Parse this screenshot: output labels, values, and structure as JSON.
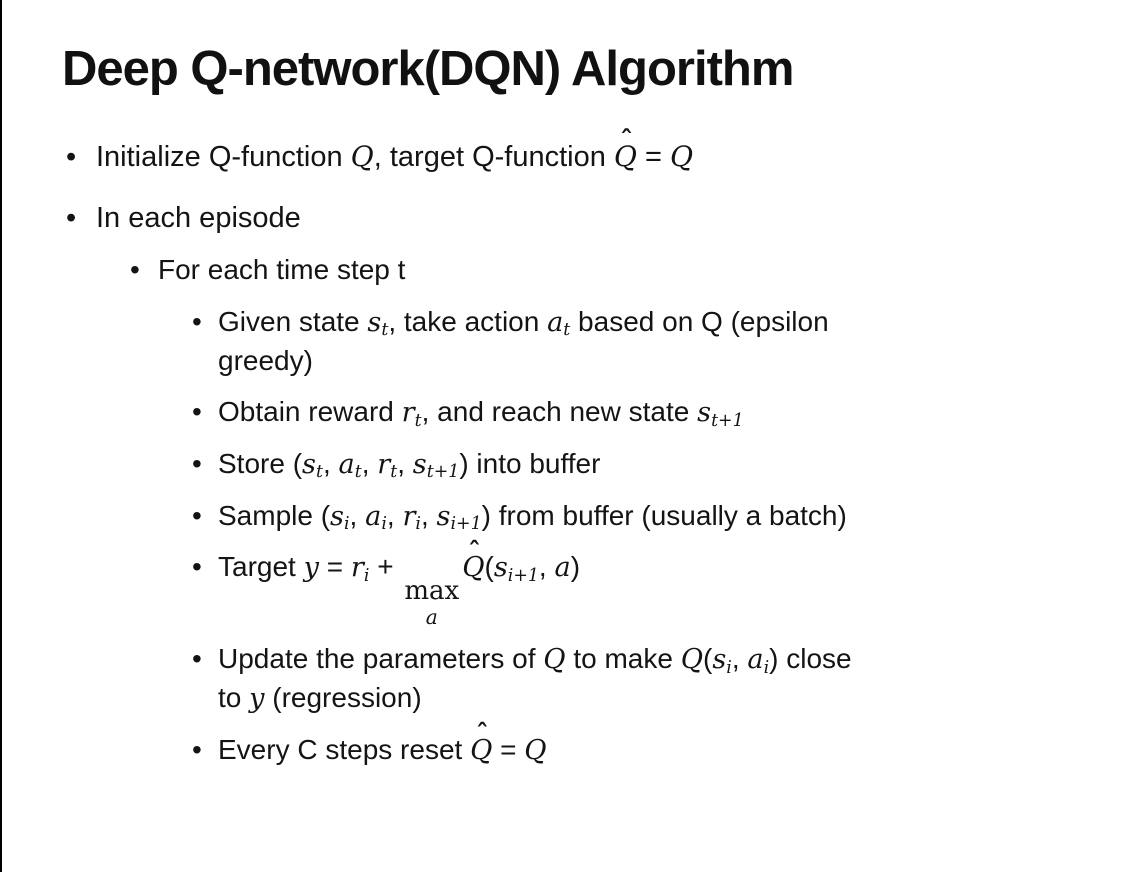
{
  "slide": {
    "title": "Deep Q-network(DQN) Algorithm",
    "bullet_char": "•",
    "math_accent": "ˆ",
    "text_color": "#141414",
    "background_color": "#ffffff",
    "border_color": "#000000",
    "bullets": [
      {
        "level": 1,
        "segments": [
          {
            "t": "Initialize Q-function "
          },
          {
            "v": "Q"
          },
          {
            "t": ", target Q-function "
          },
          {
            "hat": "Q"
          },
          {
            "t": " = "
          },
          {
            "v": "Q"
          }
        ]
      },
      {
        "level": 1,
        "segments": [
          {
            "t": "In each episode"
          }
        ]
      },
      {
        "level": 2,
        "segments": [
          {
            "t": "For each time step t"
          }
        ]
      },
      {
        "level": 3,
        "segments": [
          {
            "t": "Given state "
          },
          {
            "v": "s"
          },
          {
            "sub": "t"
          },
          {
            "t": ", take action "
          },
          {
            "v": "a"
          },
          {
            "sub": "t"
          },
          {
            "t": " based on Q (epsilon"
          },
          {
            "br": true
          },
          {
            "t": "greedy)"
          }
        ]
      },
      {
        "level": 3,
        "segments": [
          {
            "t": "Obtain reward "
          },
          {
            "v": "r"
          },
          {
            "sub": "t"
          },
          {
            "t": ", and reach new state "
          },
          {
            "v": "s"
          },
          {
            "sub": "t+1"
          }
        ]
      },
      {
        "level": 3,
        "segments": [
          {
            "t": "Store ("
          },
          {
            "v": "s"
          },
          {
            "sub": "t"
          },
          {
            "t": ", "
          },
          {
            "v": "a"
          },
          {
            "sub": "t"
          },
          {
            "t": ", "
          },
          {
            "v": "r"
          },
          {
            "sub": "t"
          },
          {
            "t": ", "
          },
          {
            "v": "s"
          },
          {
            "sub": "t+1"
          },
          {
            "t": ") into buffer"
          }
        ]
      },
      {
        "level": 3,
        "segments": [
          {
            "t": "Sample ("
          },
          {
            "v": "s"
          },
          {
            "sub": "i"
          },
          {
            "t": ", "
          },
          {
            "v": "a"
          },
          {
            "sub": "i"
          },
          {
            "t": ", "
          },
          {
            "v": "r"
          },
          {
            "sub": "i"
          },
          {
            "t": ", "
          },
          {
            "v": "s"
          },
          {
            "sub": "i+1"
          },
          {
            "t": ") from buffer (usually a batch)"
          }
        ]
      },
      {
        "level": 3,
        "segments": [
          {
            "t": "Target "
          },
          {
            "v": "y"
          },
          {
            "t": " = "
          },
          {
            "v": "r"
          },
          {
            "sub": "i"
          },
          {
            "t": " + "
          },
          {
            "stack": {
              "top": "max",
              "bottom": "a"
            }
          },
          {
            "hat": "Q"
          },
          {
            "t": "("
          },
          {
            "v": "s"
          },
          {
            "sub": "i+1"
          },
          {
            "t": ", "
          },
          {
            "v": "a"
          },
          {
            "t": ")"
          }
        ]
      },
      {
        "level": 3,
        "segments": [
          {
            "t": "Update the parameters of "
          },
          {
            "v": "Q"
          },
          {
            "t": " to make "
          },
          {
            "v": "Q"
          },
          {
            "t": "("
          },
          {
            "v": "s"
          },
          {
            "sub": "i"
          },
          {
            "t": ", "
          },
          {
            "v": "a"
          },
          {
            "sub": "i"
          },
          {
            "t": ") close"
          },
          {
            "br": true
          },
          {
            "t": "to "
          },
          {
            "v": "y"
          },
          {
            "t": " (regression)"
          }
        ]
      },
      {
        "level": 3,
        "segments": [
          {
            "t": "Every C steps reset "
          },
          {
            "hat": "Q"
          },
          {
            "t": " = "
          },
          {
            "v": "Q"
          }
        ]
      }
    ]
  }
}
